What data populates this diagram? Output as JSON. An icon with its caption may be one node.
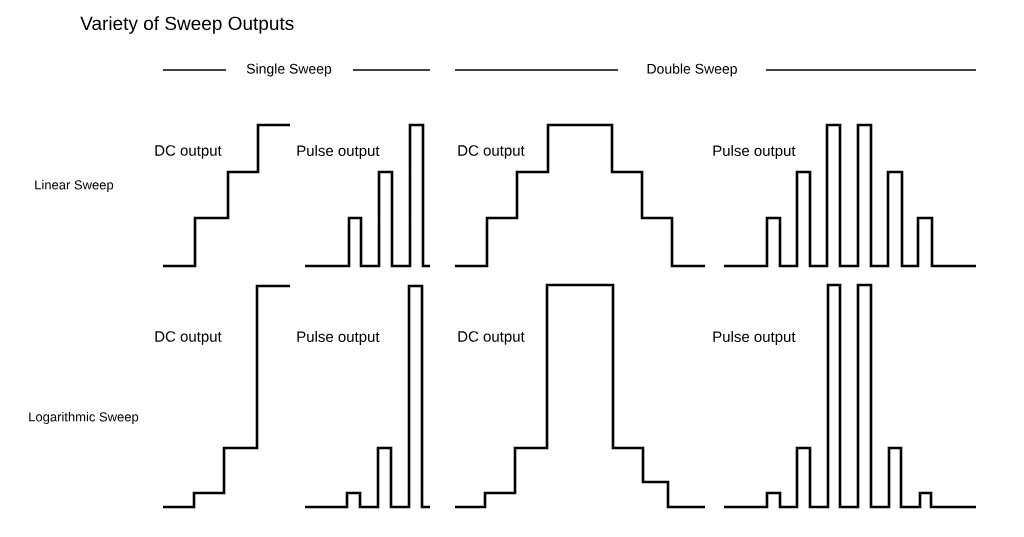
{
  "diagram": {
    "title": "Variety of Sweep Outputs",
    "labels": [
      "Single Sweep",
      "Double Sweep",
      "DC output",
      "Pulse output",
      "DC output",
      "Pulse output",
      "Linear Sweep",
      "DC output",
      "Pulse output",
      "DC output",
      "Pulse output",
      "Logarithmic Sweep"
    ]
  }
}
